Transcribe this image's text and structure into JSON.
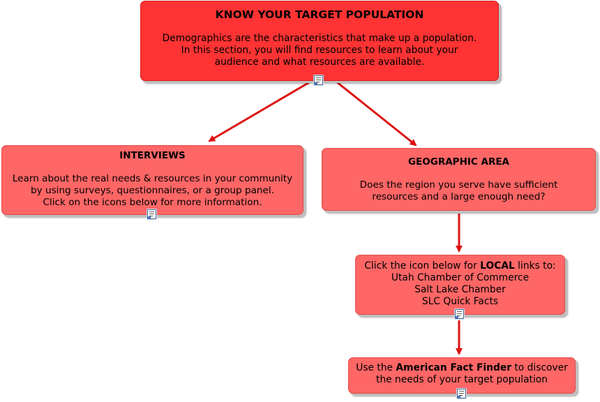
{
  "nodes": {
    "top": {
      "title": "KNOW YOUR TARGET POPULATION",
      "lines": [
        "Demographics are the characteristics that make up a population.",
        "In this section, you will find resources to learn about your",
        "audience and what resources are available."
      ]
    },
    "interviews": {
      "title": "INTERVIEWS",
      "lines": [
        "Learn about the real needs & resources in your community",
        "by using surveys, questionnaires, or a group panel.",
        "Click on the icons below for more information."
      ]
    },
    "geographic": {
      "title": "GEOGRAPHIC AREA",
      "lines": [
        "Does the region you serve have sufficient",
        "resources and a large enough need?"
      ]
    },
    "local": {
      "intro_pre": "Click the icon below for ",
      "intro_bold": "LOCAL",
      "intro_post": " links to:",
      "links": [
        "Utah Chamber of Commerce",
        "Salt Lake Chamber",
        "SLC Quick Facts"
      ]
    },
    "factfinder": {
      "pre": "Use the ",
      "bold": "American Fact Finder",
      "post": " to discover",
      "line2": "the needs of your target population"
    }
  },
  "icons": {
    "attachment": "document-icon"
  },
  "colors": {
    "primary_node": "#ff3333",
    "secondary_node": "#ff6666",
    "connector": "#dd1111"
  }
}
